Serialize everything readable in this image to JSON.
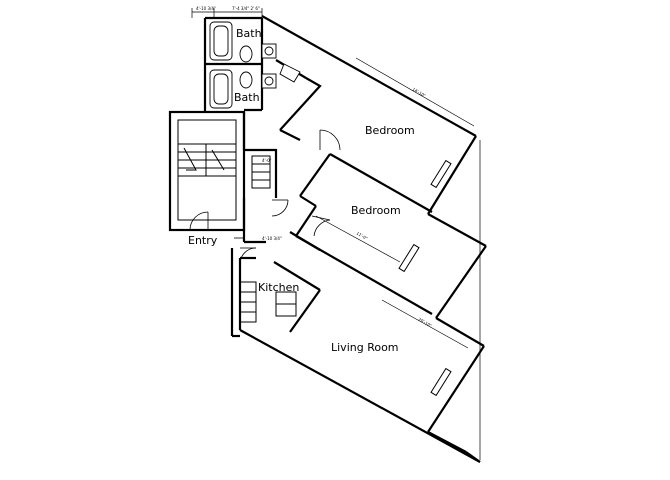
{
  "rooms": {
    "bath_upper": "Bath",
    "bath_lower": "Bath",
    "bedroom_main": "Bedroom",
    "bedroom_second": "Bedroom",
    "entry": "Entry",
    "kitchen": "Kitchen",
    "living_room": "Living Room"
  },
  "dimensions": {
    "top_1": "4'-10 3/4\"",
    "top_2": "7'-4 3/4\" 2' 6\"",
    "bedroom_main_width": "14'-10\"",
    "bedroom_second_width": "11'-0\"",
    "living_width": "20'-10\"",
    "kitchen_dim": "4'-0\"",
    "entry_dim": "4'-10 3/4\""
  }
}
